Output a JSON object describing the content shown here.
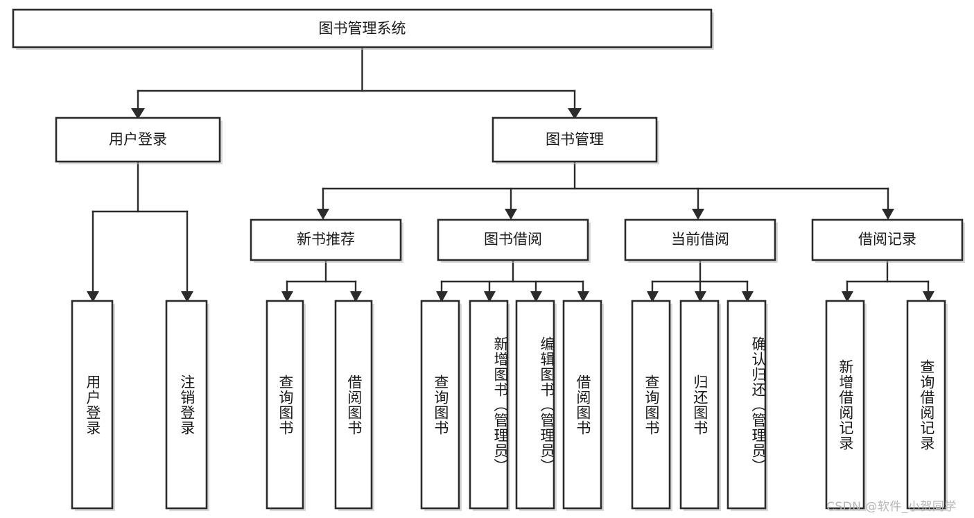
{
  "diagram": {
    "title": "图书管理系统",
    "type": "tree",
    "orientation": "top-down",
    "colors": {
      "box_stroke": "#2b2b2b",
      "box_fill": "#ffffff",
      "connector": "#2b2b2b",
      "text": "#1a1a1a",
      "background": "#ffffff",
      "watermark": "#b5b5b5"
    },
    "root": {
      "label": "图书管理系统",
      "orientation": "horizontal"
    },
    "level2": [
      {
        "label": "用户登录",
        "orientation": "horizontal"
      },
      {
        "label": "图书管理",
        "orientation": "horizontal"
      }
    ],
    "level3": [
      {
        "label": "新书推荐",
        "orientation": "horizontal",
        "parent": "图书管理"
      },
      {
        "label": "图书借阅",
        "orientation": "horizontal",
        "parent": "图书管理"
      },
      {
        "label": "当前借阅",
        "orientation": "horizontal",
        "parent": "图书管理"
      },
      {
        "label": "借阅记录",
        "orientation": "horizontal",
        "parent": "图书管理"
      }
    ],
    "leaves": {
      "用户登录": [
        {
          "label": "用户登录",
          "orientation": "vertical"
        },
        {
          "label": "注销登录",
          "orientation": "vertical"
        }
      ],
      "新书推荐": [
        {
          "label": "查询图书",
          "orientation": "vertical"
        },
        {
          "label": "借阅图书",
          "orientation": "vertical"
        }
      ],
      "图书借阅": [
        {
          "label": "查询图书",
          "orientation": "vertical"
        },
        {
          "label": "新增图书（管理员）",
          "orientation": "vertical"
        },
        {
          "label": "编辑图书（管理员）",
          "orientation": "vertical"
        },
        {
          "label": "借阅图书",
          "orientation": "vertical"
        }
      ],
      "当前借阅": [
        {
          "label": "查询图书",
          "orientation": "vertical"
        },
        {
          "label": "归还图书",
          "orientation": "vertical"
        },
        {
          "label": "确认归还（管理员）",
          "orientation": "vertical"
        }
      ],
      "借阅记录": [
        {
          "label": "新增借阅记录",
          "orientation": "vertical"
        },
        {
          "label": "查询借阅记录",
          "orientation": "vertical"
        }
      ]
    }
  },
  "watermark": {
    "text": "CSDN @软件_小贺同学"
  }
}
